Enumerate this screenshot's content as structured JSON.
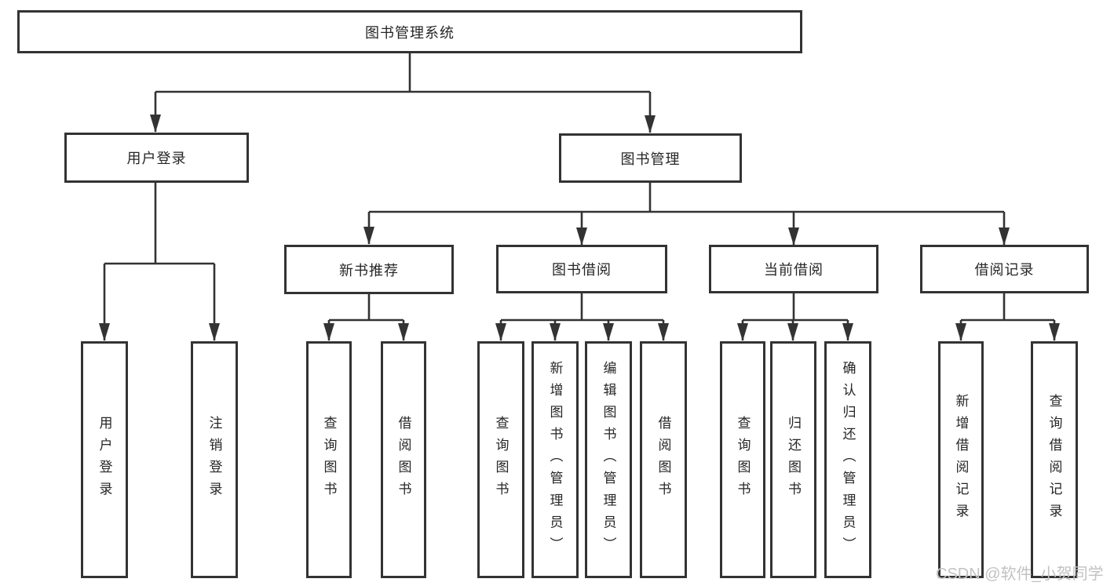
{
  "diagram": {
    "line_color": "#333333",
    "text_color": "#262626",
    "root": {
      "label": "图书管理系统",
      "children": [
        {
          "label": "用户登录",
          "children": [
            {
              "label": "用户登录"
            },
            {
              "label": "注销登录"
            }
          ]
        },
        {
          "label": "图书管理",
          "children": [
            {
              "label": "新书推荐",
              "children": [
                {
                  "label": "查询图书"
                },
                {
                  "label": "借阅图书"
                }
              ]
            },
            {
              "label": "图书借阅",
              "children": [
                {
                  "label": "查询图书"
                },
                {
                  "label": "新增图书（管理员）"
                },
                {
                  "label": "编辑图书（管理员）"
                },
                {
                  "label": "借阅图书"
                }
              ]
            },
            {
              "label": "当前借阅",
              "children": [
                {
                  "label": "查询图书"
                },
                {
                  "label": "归还图书"
                },
                {
                  "label": "确认归还（管理员）"
                }
              ]
            },
            {
              "label": "借阅记录",
              "children": [
                {
                  "label": "新增借阅记录"
                },
                {
                  "label": "查询借阅记录"
                }
              ]
            }
          ]
        }
      ]
    }
  },
  "watermark": {
    "text": "CSDN @软件_小贺同学",
    "color": "#c2c2c2"
  }
}
